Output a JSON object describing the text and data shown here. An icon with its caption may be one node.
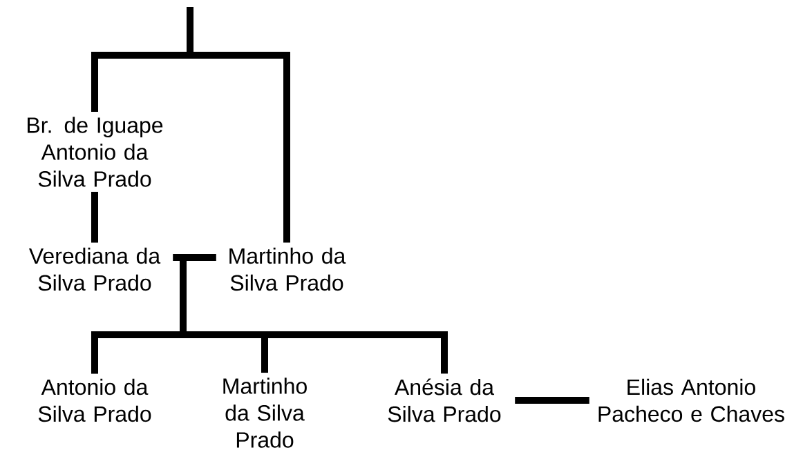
{
  "diagram": {
    "nodes": [
      {
        "text": [
          "Br. de Iguape Antonio da Silva Prado"
        ]
      },
      {
        "text": [
          "Verediana da Silva Prado"
        ]
      },
      {
        "text": [
          "Martinho da Silva Prado"
        ]
      },
      {
        "text": [
          "Antonio da Silva Prado"
        ]
      },
      {
        "text": [
          "Martinho da Silva Prado"
        ]
      },
      {
        "text": [
          "Anésia da Silva Prado"
        ]
      },
      {
        "text": [
          "Elias Antonio Pacheco e Chaves"
        ]
      }
    ],
    "edges": [
      {
        "from": null,
        "to": 0,
        "arrow": "none"
      },
      {
        "from": null,
        "to": 2,
        "arrow": "none"
      },
      {
        "from": 0,
        "to": 1,
        "arrow": "none"
      },
      {
        "from": 1,
        "to": 2,
        "arrow": "none"
      },
      {
        "from": 1,
        "to": 3,
        "arrow": "none"
      },
      {
        "from": 1,
        "to": 4,
        "arrow": "none"
      },
      {
        "from": 1,
        "to": 5,
        "arrow": "none"
      },
      {
        "from": 2,
        "to": 3,
        "arrow": "none"
      },
      {
        "from": 2,
        "to": 4,
        "arrow": "none"
      },
      {
        "from": 2,
        "to": 5,
        "arrow": "none"
      },
      {
        "from": 5,
        "to": 6,
        "arrow": "none"
      }
    ]
  }
}
